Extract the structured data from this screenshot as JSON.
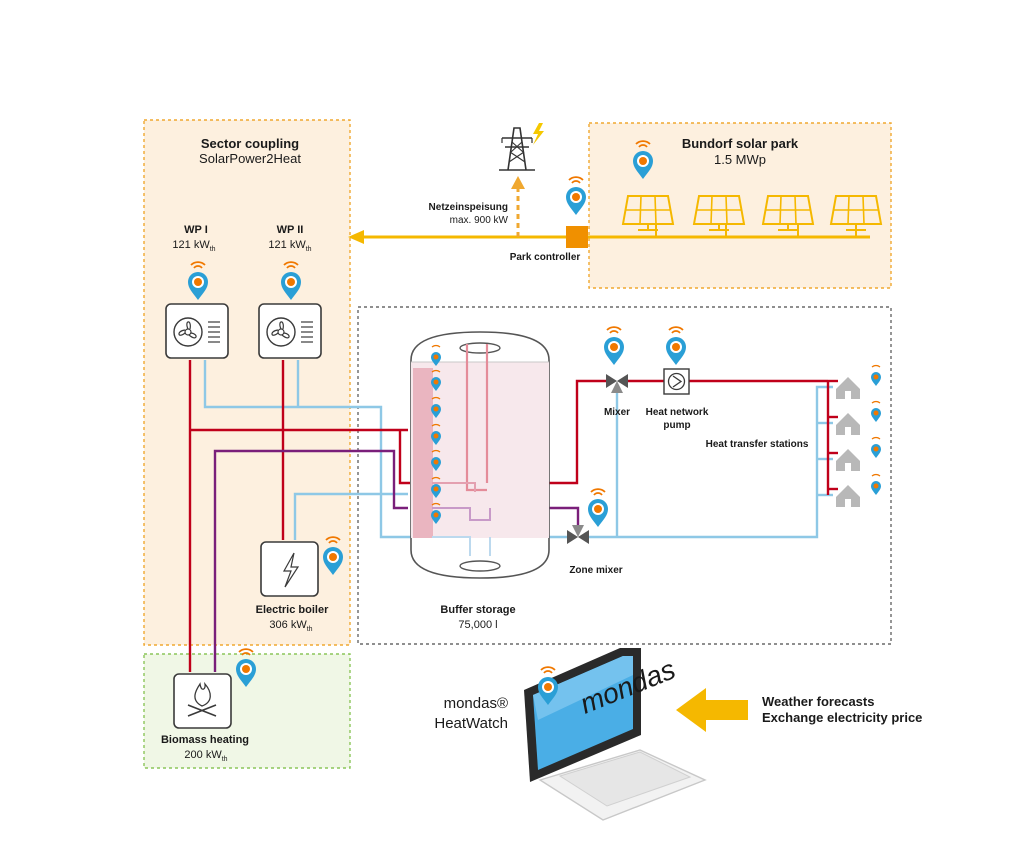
{
  "sector_coupling": {
    "title": "Sector coupling",
    "subtitle": "SolarPower2Heat"
  },
  "solar_park": {
    "title": "Bundorf solar park",
    "capacity": "1.5 MWp"
  },
  "grid_feed": {
    "label": "Netzeinspeisung",
    "limit": "max. 900 kW"
  },
  "park_controller": {
    "label": "Park controller"
  },
  "heat_pumps": [
    {
      "name": "WP I",
      "power_value": "121 kW",
      "power_sub": "th"
    },
    {
      "name": "WP II",
      "power_value": "121 kW",
      "power_sub": "th"
    }
  ],
  "electric_boiler": {
    "name": "Electric boiler",
    "power_value": "306 kW",
    "power_sub": "th"
  },
  "biomass": {
    "name": "Biomass heating",
    "power_value": "200 kW",
    "power_sub": "th"
  },
  "buffer_storage": {
    "name": "Buffer storage",
    "volume": "75,000 l"
  },
  "mixer": {
    "label": "Mixer"
  },
  "zone_mixer": {
    "label": "Zone mixer"
  },
  "pump": {
    "line1": "Heat network",
    "line2": "pump"
  },
  "heat_transfer": {
    "label": "Heat transfer stations"
  },
  "software": {
    "line1": "mondas®",
    "line2": "HeatWatch",
    "screen_logo": "mondas"
  },
  "inputs": {
    "line1": "Weather forecasts",
    "line2": "Exchange electricity price"
  },
  "colors": {
    "orange_region": "#fdf0df",
    "orange_border": "#f0a830",
    "green_region": "#f0f7e6",
    "green_border": "#8cc65a",
    "hot_pipe": "#c0001a",
    "cold_pipe": "#8ec8e6",
    "biomass_pipe": "#7a1f7a",
    "power_line": "#f5b800",
    "sensor": "#2a9fd6",
    "sensor_dot": "#f07800",
    "screen": "#4aaee6"
  },
  "icons": [
    "sensor-pin-icon",
    "fan-icon",
    "lightning-icon",
    "flame-icon",
    "solar-panel-icon",
    "pylon-icon",
    "house-icon",
    "valve-icon",
    "pump-icon",
    "laptop-icon",
    "arrow-left-icon"
  ]
}
